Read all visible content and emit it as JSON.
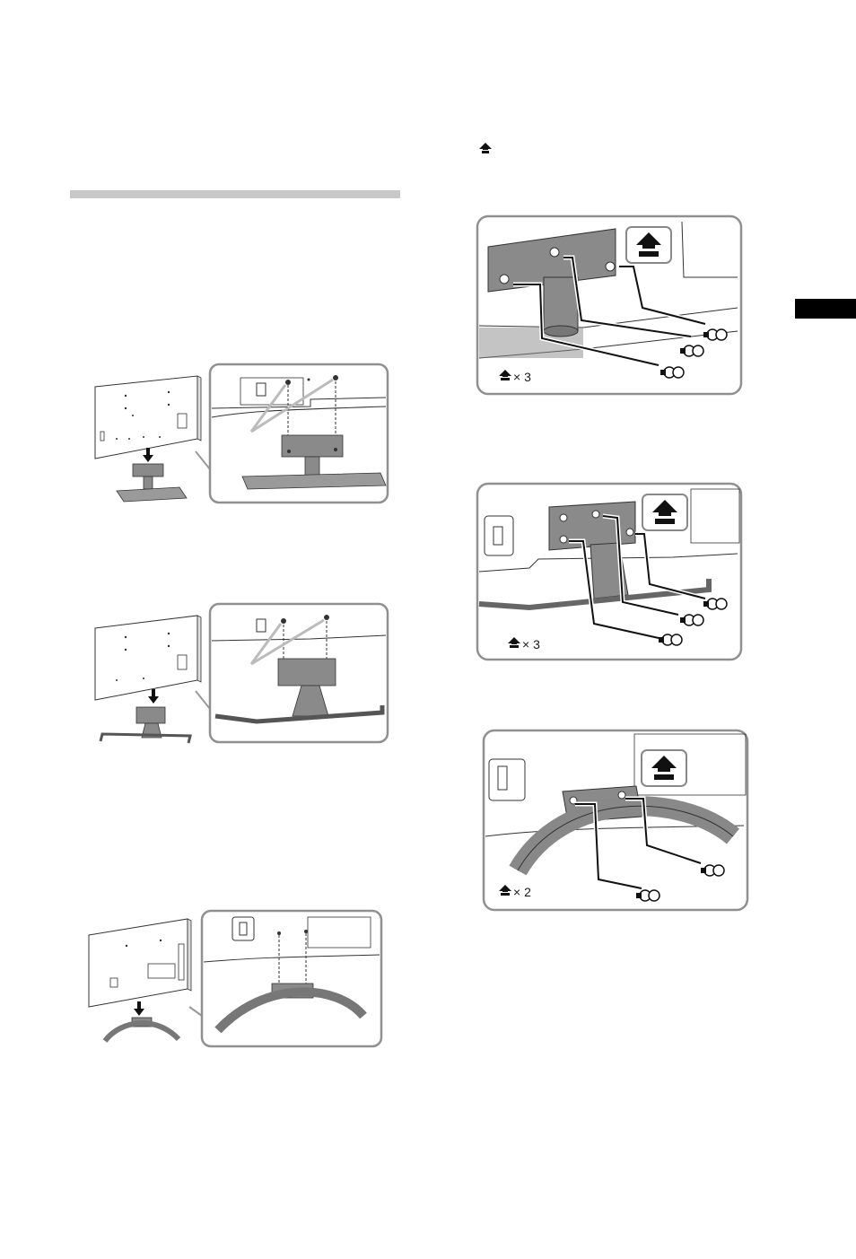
{
  "right_column": {
    "figure_a": {
      "screw_count": "× 3"
    },
    "figure_b": {
      "screw_count": "× 3"
    },
    "figure_c": {
      "screw_count": "× 2"
    }
  },
  "icons": {
    "screw_symbol": "up-arrow-icon",
    "section_tab": "black-tab"
  },
  "colors": {
    "rule_gray": "#c8c8c8",
    "panel_gray": "#8a8a8a",
    "border_gray": "#909090",
    "tab_black": "#000000"
  }
}
